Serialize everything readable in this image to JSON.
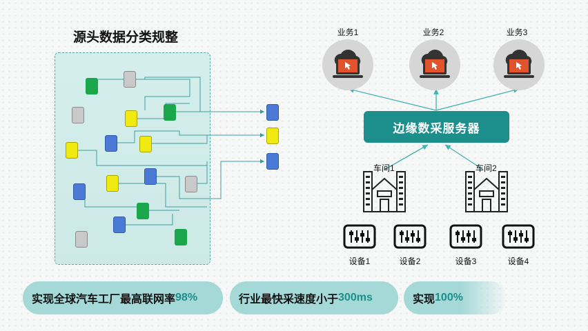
{
  "title": "源头数据分类规整",
  "businesses": [
    {
      "label": "业务1"
    },
    {
      "label": "业务2"
    },
    {
      "label": "业务3"
    }
  ],
  "server": {
    "label": "边缘数采服务器"
  },
  "workshops": [
    {
      "label": "车间1"
    },
    {
      "label": "车间2"
    }
  ],
  "devices": [
    {
      "label": "设备1"
    },
    {
      "label": "设备2"
    },
    {
      "label": "设备3"
    },
    {
      "label": "设备4"
    }
  ],
  "highlights": [
    {
      "text": "实现全球汽车工厂最高联网率",
      "value": "98%"
    },
    {
      "text": "行业最快采速度小于",
      "value": "300ms"
    },
    {
      "text": "实现",
      "value": "100%"
    }
  ],
  "colors": {
    "accent": "#1c8f8c",
    "panel": "#d4eeec",
    "green": "#1aa64a",
    "blue": "#4a7ad6",
    "yellow": "#f0ea10",
    "gray": "#c9c9c9",
    "laptop": "#e0532c"
  }
}
